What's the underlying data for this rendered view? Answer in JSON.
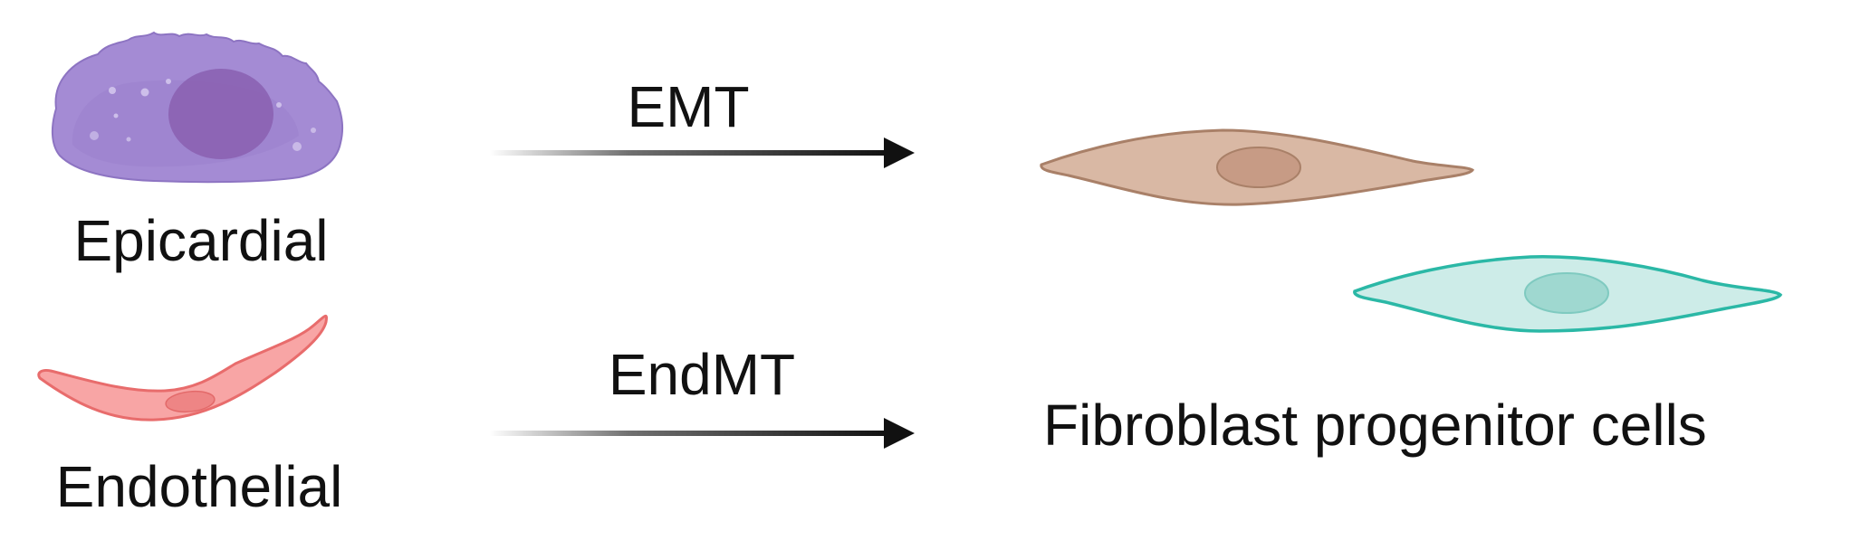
{
  "labels": {
    "epicardial": "Epicardial",
    "endothelial": "Endothelial",
    "emt": "EMT",
    "endmt": "EndMT",
    "target": "Fibroblast progenitor cells"
  },
  "cells": {
    "epicardial": {
      "icon": "epicardial-cell-icon",
      "fill": "#a48bd4",
      "stroke": "#8d74c2",
      "nucleus": "#8a5fb0"
    },
    "endothelial": {
      "icon": "endothelial-cell-icon",
      "fill": "#f8a5a5",
      "stroke": "#e86c6c",
      "nucleus": "#ee8585"
    },
    "fibroblast_brown": {
      "icon": "fibroblast-cell-icon",
      "fill": "#d9b8a4",
      "stroke": "#a98068",
      "nucleus": "#c79b85"
    },
    "fibroblast_teal": {
      "icon": "fibroblast-cell-icon",
      "fill": "#cdece8",
      "stroke": "#2bb8a6",
      "nucleus": "#9fd8d0"
    }
  },
  "arrows": {
    "color": "#111111"
  }
}
